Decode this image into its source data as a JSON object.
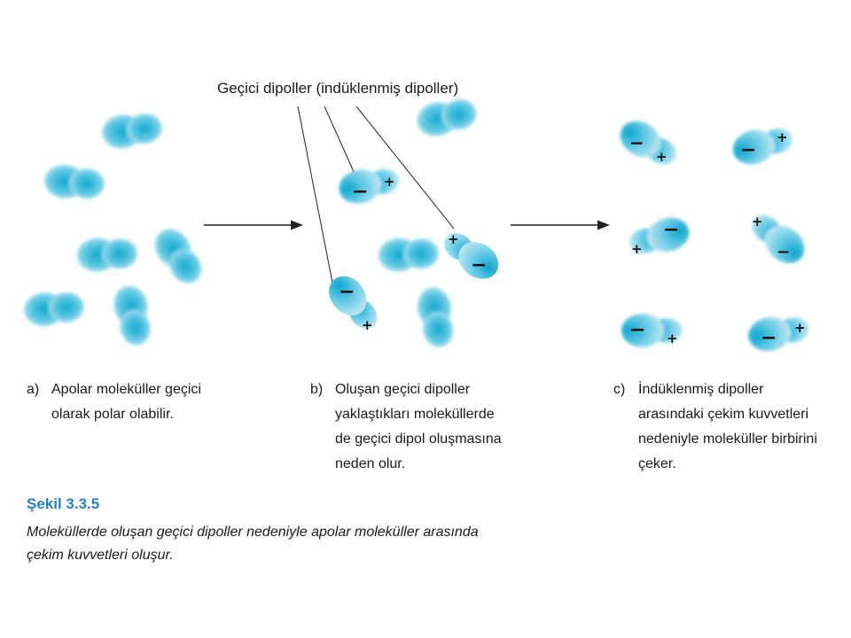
{
  "colors": {
    "molecule_core": "#1cb2d4",
    "molecule_edge": "#b9e6f3",
    "figure_number": "#2a7fc4",
    "line": "#333333"
  },
  "label_top": "Geçici dipoller (indüklenmiş dipoller)",
  "signs": {
    "minus": "−",
    "plus": "+"
  },
  "captions": [
    {
      "letter": "a)",
      "lines": [
        "Apolar moleküller geçici",
        "olarak polar olabilir."
      ]
    },
    {
      "letter": "b)",
      "lines": [
        "Oluşan geçici dipoller",
        "yaklaştıkları moleküllerde",
        "de geçici dipol oluşmasına",
        "neden olur."
      ]
    },
    {
      "letter": "c)",
      "lines": [
        "İndüklenmiş dipoller",
        "arasındaki çekim kuvvetleri",
        "nedeniyle moleküller birbirini",
        "çeker."
      ]
    }
  ],
  "figure": {
    "number": "Şekil 3.3.5",
    "description_lines": [
      "Moleküllerde oluşan geçici dipoller nedeniyle apolar moleküller arasında",
      "çekim kuvvetleri oluşur."
    ]
  }
}
